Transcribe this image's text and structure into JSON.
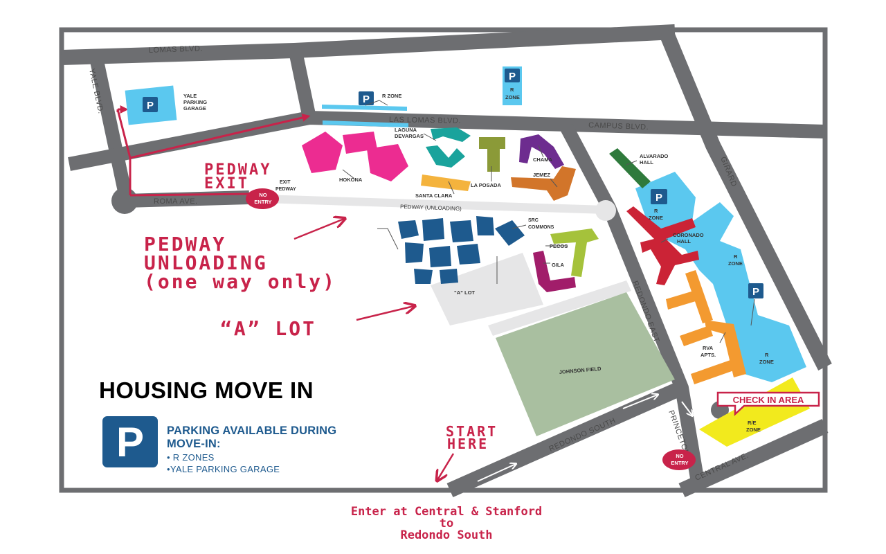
{
  "map": {
    "title": "HOUSING MOVE IN",
    "streets": {
      "lomas": "LOMAS BLVD.",
      "yale": "YALE BLVD.",
      "las_lomas": "LAS LOMAS BLVD.",
      "campus": "CAMPUS BLVD.",
      "girard": "GIRARD",
      "roma": "ROMA AVE.",
      "redondo_east": "REDONDO EAST",
      "redondo_south": "REDONDO SOUTH",
      "princeton": "PRINCETON",
      "central": "CENTRAL AVE.",
      "pedway": "PEDWAY (UNLOADING)"
    },
    "buildings": {
      "yale_garage": [
        "YALE",
        "PARKING",
        "GARAGE"
      ],
      "hokona": "HOKONA",
      "laguna": [
        "LAGUNA",
        "DEVARGAS"
      ],
      "santa_clara": "SANTA CLARA",
      "la_posada": "LA POSADA",
      "chama": "CHAMA",
      "jemez": "JEMEZ",
      "alvarado": [
        "ALVARADO",
        "HALL"
      ],
      "coronado": [
        "CORONADO",
        "HALL"
      ],
      "src": [
        "SRC",
        "COMMONS"
      ],
      "pecos": "PECOS",
      "gila": "GILA",
      "a_lot": "“A” LOT",
      "johnson_field": "JOHNSON FIELD",
      "rva": [
        "RVA",
        "APTS."
      ],
      "exit_pedway": [
        "EXIT",
        "PEDWAY"
      ]
    },
    "zones": {
      "r_zone": "R ZONE",
      "r_zone_top": [
        "R",
        "ZONE"
      ],
      "r_zone_stack": [
        "R",
        "ZONE"
      ],
      "re_zone": [
        "R/E",
        "ZONE"
      ],
      "parking_symbol": "P"
    },
    "markers": {
      "no_entry": [
        "NO",
        "ENTRY"
      ],
      "check_in": "CHECK IN AREA"
    },
    "directions": {
      "pedway_exit": [
        "PEDWAY",
        "EXIT"
      ],
      "pedway_unloading": [
        "PEDWAY",
        "UNLOADING",
        "(one way only)"
      ],
      "a_lot": "“A” LOT",
      "start_here": [
        "START",
        "HERE"
      ]
    },
    "legend": {
      "symbol": "P",
      "heading": "PARKING AVAILABLE DURING MOVE-IN:",
      "items": [
        "• R ZONES",
        "•YALE PARKING GARAGE"
      ]
    },
    "footer": [
      "Enter at Central & Stanford",
      "to",
      "Redondo South"
    ],
    "colors": {
      "road": "#6d6e71",
      "accent_red": "#c8234a",
      "parking_blue": "#1e5a8e",
      "zone_blue": "#5bc8ef",
      "field_green": "#a9bfa0",
      "lot_gray": "#e6e6e7",
      "zone_yellow": "#f2ea1d"
    }
  }
}
